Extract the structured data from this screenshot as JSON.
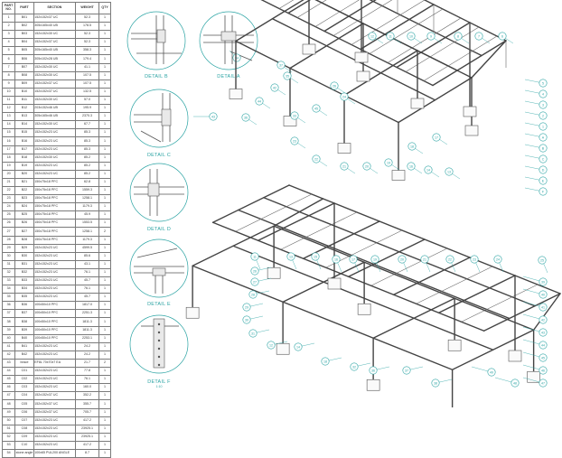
{
  "table": {
    "headers": [
      "PART NO.",
      "PART",
      "SECTION",
      "WEIGHT",
      "QTY"
    ],
    "rows": [
      [
        "1",
        "B01",
        "152x152x37 UC",
        "52.3",
        "1"
      ],
      [
        "2",
        "B02",
        "305x165x40 UB",
        "178.5",
        "1"
      ],
      [
        "3",
        "B03",
        "152x152x30 UC",
        "52.3",
        "1"
      ],
      [
        "4",
        "B04",
        "152x152x37 UC",
        "52.3",
        "1"
      ],
      [
        "5",
        "B05",
        "305x165x40 UB",
        "358.3",
        "1"
      ],
      [
        "6",
        "B06",
        "305x102x28 UB",
        "179.4",
        "1"
      ],
      [
        "7",
        "B07",
        "152x152x30 UC",
        "41.1",
        "1"
      ],
      [
        "8",
        "B08",
        "152x152x30 UC",
        "107.5",
        "1"
      ],
      [
        "9",
        "B09",
        "152x152x37 UC",
        "107.5",
        "1"
      ],
      [
        "10",
        "B10",
        "152x152x37 UC",
        "132.5",
        "1"
      ],
      [
        "11",
        "B11",
        "152x152x30 UC",
        "57.0",
        "1"
      ],
      [
        "12",
        "B12",
        "203x152x46 UB",
        "195.9",
        "1"
      ],
      [
        "13",
        "B13",
        "305x165x46 UB",
        "2370.3",
        "1"
      ],
      [
        "14",
        "B14",
        "152x152x30 UC",
        "67.7",
        "1"
      ],
      [
        "15",
        "B15",
        "152x152x23 UC",
        "85.3",
        "1"
      ],
      [
        "16",
        "B16",
        "152x152x23 UC",
        "85.3",
        "1"
      ],
      [
        "17",
        "B17",
        "152x152x23 UC",
        "85.3",
        "1"
      ],
      [
        "18",
        "B18",
        "152x152x30 UC",
        "85.2",
        "1"
      ],
      [
        "19",
        "B19",
        "152x152x23 UC",
        "85.2",
        "1"
      ],
      [
        "20",
        "B20",
        "152x152x23 UC",
        "85.2",
        "1"
      ],
      [
        "21",
        "B21",
        "150x75x18 PFC",
        "62.8",
        "1"
      ],
      [
        "22",
        "B22",
        "150x75x18 PFC",
        "1559.3",
        "1"
      ],
      [
        "23",
        "B23",
        "150x75x18 PFC",
        "1258.1",
        "1"
      ],
      [
        "24",
        "B24",
        "150x75x18 PFC",
        "1179.3",
        "1"
      ],
      [
        "25",
        "B25",
        "150x75x18 PFC",
        "45.9",
        "1"
      ],
      [
        "26",
        "B26",
        "150x75x18 PFC",
        "1553.5",
        "1"
      ],
      [
        "27",
        "B27",
        "150x75x18 PFC",
        "1258.1",
        "2"
      ],
      [
        "28",
        "B28",
        "150x75x18 PFC",
        "1179.3",
        "1"
      ],
      [
        "29",
        "B29",
        "152x152x23 UC",
        "4599.5",
        "1"
      ],
      [
        "30",
        "B30",
        "152x152x23 UC",
        "85.6",
        "1"
      ],
      [
        "31",
        "B31",
        "152x152x23 UC",
        "43.1",
        "1"
      ],
      [
        "32",
        "B32",
        "152x152x23 UC",
        "76.1",
        "1"
      ],
      [
        "33",
        "B33",
        "152x152x23 UC",
        "45.7",
        "1"
      ],
      [
        "34",
        "B34",
        "152x152x23 UC",
        "76.1",
        "1"
      ],
      [
        "35",
        "B35",
        "152x152x23 UC",
        "45.7",
        "1"
      ],
      [
        "36",
        "B36",
        "100x50x10 PFC",
        "1817.0",
        "1"
      ],
      [
        "37",
        "B37",
        "100x50x10 PFC",
        "2251.3",
        "1"
      ],
      [
        "38",
        "B38",
        "100x50x10 PFC",
        "1811.3",
        "1"
      ],
      [
        "39",
        "B39",
        "100x50x10 PFC",
        "1811.3",
        "1"
      ],
      [
        "40",
        "B40",
        "100x50x10 PFC",
        "2253.1",
        "1"
      ],
      [
        "41",
        "B41",
        "152x152x23 UC",
        "24.2",
        "1"
      ],
      [
        "42",
        "B42",
        "152x152x23 UC",
        "24.2",
        "1"
      ],
      [
        "43",
        "brace",
        "EF8L 70x70x7 EA",
        "21.7",
        "2"
      ],
      [
        "44",
        "C01",
        "152x152x23 UC",
        "77.8",
        "1"
      ],
      [
        "45",
        "C02",
        "152x152x23 UC",
        "76.1",
        "1"
      ],
      [
        "46",
        "C03",
        "152x152x23 UC",
        "160.0",
        "1"
      ],
      [
        "47",
        "C04",
        "152x152x37 UC",
        "352.2",
        "1"
      ],
      [
        "48",
        "C05",
        "152x152x37 UC",
        "355.7",
        "1"
      ],
      [
        "49",
        "C06",
        "152x152x37 UC",
        "705.7",
        "1"
      ],
      [
        "50",
        "C07",
        "152x152x23 UC",
        "417.2",
        "1"
      ],
      [
        "51",
        "C08",
        "152x152x23 UC",
        "23925.1",
        "1"
      ],
      [
        "52",
        "C09",
        "152x152x23 UC",
        "23925.1",
        "1"
      ],
      [
        "53",
        "C10",
        "152x152x23 UC",
        "417.2",
        "1"
      ],
      [
        "54",
        "stone angle",
        "100x65 PUL200 ANGLE",
        "8.7",
        "1"
      ]
    ]
  },
  "details": [
    {
      "label": "DETAIL B"
    },
    {
      "label": "DETAIL A"
    },
    {
      "label": "DETAIL C"
    },
    {
      "label": "DETAIL D"
    },
    {
      "label": "DETAIL E"
    },
    {
      "label": "DETAIL F",
      "sub": "1:10"
    }
  ],
  "callouts": {
    "detA": "34",
    "detC": "43",
    "upper": [
      "37",
      "35",
      "36",
      "44",
      "42",
      "33",
      "45",
      "26",
      "24",
      "23",
      "22",
      "21",
      "20",
      "19",
      "18",
      "17",
      "16",
      "14",
      "13",
      "12",
      "11",
      "10",
      "9",
      "8",
      "7",
      "6",
      "5",
      "4",
      "3",
      "2",
      "1",
      "A",
      "B",
      "C",
      "D",
      "E",
      "F",
      "38",
      "39",
      "40",
      "41",
      "29",
      "30",
      "31",
      "32",
      "25",
      "27",
      "28",
      "15",
      "46"
    ],
    "lower": [
      "11",
      "13",
      "15",
      "16",
      "17",
      "19",
      "20",
      "21",
      "22",
      "23",
      "24",
      "25",
      "26",
      "27",
      "28",
      "29",
      "30",
      "31",
      "12",
      "14",
      "18",
      "32",
      "36",
      "37",
      "38",
      "39",
      "40",
      "41",
      "42",
      "43",
      "44",
      "45",
      "46",
      "47",
      "48",
      "49",
      "50",
      "51",
      "52",
      "53",
      "54"
    ]
  }
}
